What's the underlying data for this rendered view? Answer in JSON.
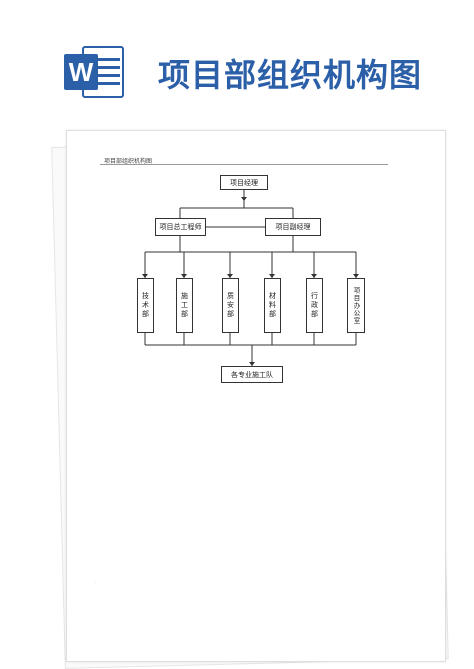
{
  "header": {
    "app_icon": "word-icon",
    "title": "项目部组织机构图"
  },
  "document": {
    "heading": "项目部组织机构图"
  },
  "org_chart": {
    "top": "项目经理",
    "level2_left": "项目总工程师",
    "level2_right": "项目副经理",
    "departments": [
      "技术部",
      "施工部",
      "质安部",
      "材料部",
      "行政部",
      "项目办公室"
    ],
    "bottom": "各专业施工队"
  }
}
